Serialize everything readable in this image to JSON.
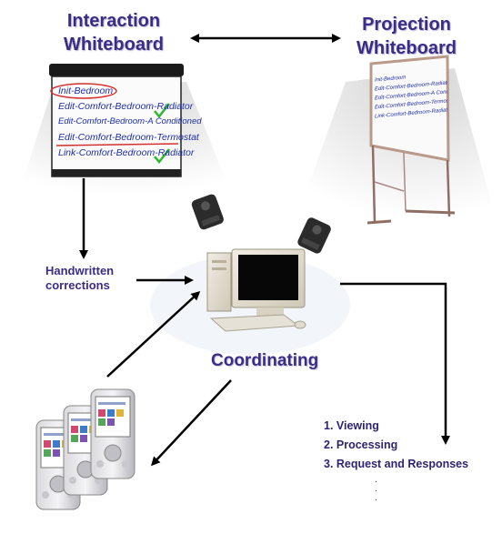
{
  "titles": {
    "interaction_line1": "Interaction",
    "interaction_line2": "Whiteboard",
    "projection_line1": "Projection",
    "projection_line2": "Whiteboard"
  },
  "interaction_whiteboard_items": [
    "Init-Bedroom",
    "Edit-Comfort-Bedroom-Radiator",
    "Edit-Comfort-Bedroom-A Conditioned",
    "Edit-Comfort-Bedroom-Termostat",
    "Link-Comfort-Bedroom-Radiator"
  ],
  "projection_whiteboard_items": [
    "Init-Bedroom",
    "Edit-Comfort-Bedroom-Radiator",
    "Edit-Comfort-Bedroom-A Conditioned",
    "Edit-Comfort-Bedroom-Termostat",
    "Link-Comfort-Bedroom-Radiator"
  ],
  "handwritten_label_line1": "Handwritten",
  "handwritten_label_line2": "corrections",
  "coordinating_label": "Coordinating",
  "steps": [
    "1. Viewing",
    "2. Processing",
    "3. Request and Responses"
  ],
  "ellipsis_dots": [
    ".",
    ".",
    "."
  ],
  "colors": {
    "title": "#3b2d86",
    "whiteboard_text": "#1e2da8",
    "check": "#2db82d",
    "circle_mark": "#d43030",
    "arrow": "#000000"
  }
}
